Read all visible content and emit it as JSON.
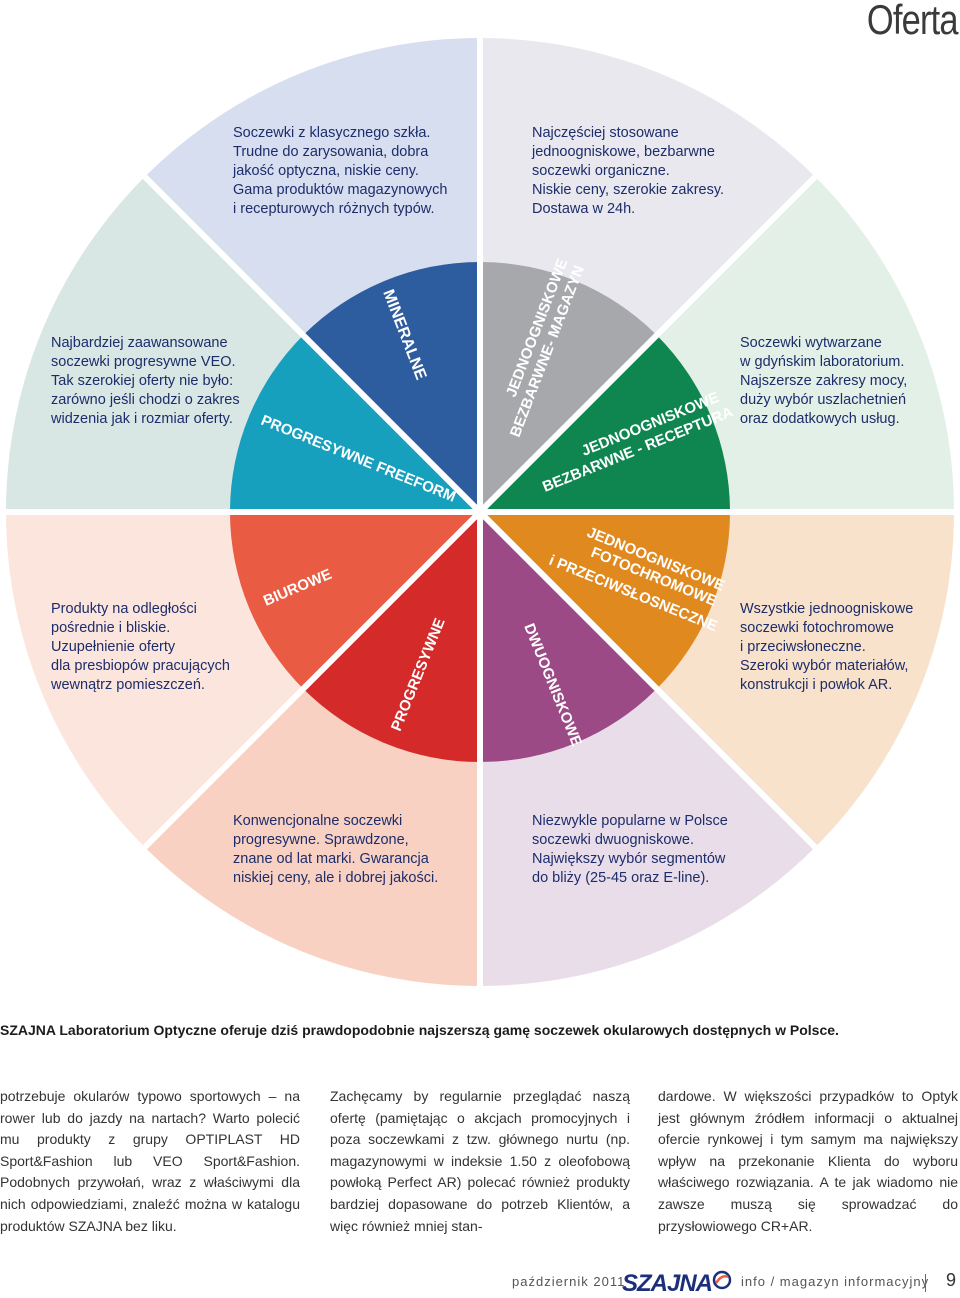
{
  "header": {
    "title": "Oferta"
  },
  "colors": {
    "outer_sectors": [
      "#e8e8ee",
      "#e3f0e7",
      "#f8e2cb",
      "#e9dde9",
      "#f8d1c3",
      "#fbe5dc",
      "#d8e6e4",
      "#d7def0"
    ],
    "inner_sectors": [
      "#a7a8ab",
      "#0f8650",
      "#e0891f",
      "#9c4a86",
      "#d42a2a",
      "#e95b43",
      "#16a0bd",
      "#2d5d9e"
    ]
  },
  "wheel": {
    "labels": {
      "mineralne": "MINERALNE",
      "magazyn_1": "JEDNOOGNISKOWE",
      "magazyn_2": "BEZBARWNE- MAGAZYN",
      "receptura_1": "JEDNOOGNISKOWE",
      "receptura_2": "BEZBARWNE - RECEPTURA",
      "foto_1": "JEDNOOGNISKOWE",
      "foto_2": "FOTOCHROMOWE",
      "foto_3": "i PRZECIWSŁOSNECZNE",
      "dwuogniskowe": "DWUOGNISKOWE",
      "progresywne": "PROGRESYWNE",
      "biurowe": "BIUROWE",
      "freeform": "PROGRESYWNE FREEFORM"
    },
    "descriptions": {
      "mineralne": "Soczewki z klasycznego szkła.\nTrudne do zarysowania, dobra\njakość optyczna, niskie ceny.\nGama produktów magazynowych\ni recepturowych różnych typów.",
      "magazyn": "Najczęściej stosowane\njednoogniskowe, bezbarwne\nsoczewki organiczne.\nNiskie ceny, szerokie zakresy.\nDostawa w 24h.",
      "freeform": "Najbardziej zaawansowane\nsoczewki progresywne VEO.\nTak szerokiej oferty nie było:\nzarówno jeśli chodzi o zakres\nwidzenia jak i rozmiar oferty.",
      "receptura": "Soczewki wytwarzane\nw gdyńskim laboratorium.\nNajszersze zakresy mocy,\nduży wybór uszlachetnień\noraz dodatkowych usług.",
      "biurowe": "Produkty na odległości\npośrednie i bliskie.\nUzupełnienie oferty\ndla presbiopów pracujących\nwewnątrz pomieszczeń.",
      "foto": "Wszystkie jednoogniskowe\nsoczewki fotochromowe\ni przeciwsłoneczne.\nSzeroki wybór materiałów,\nkonstrukcji i powłok AR.",
      "progresywne": "Konwencjonalne soczewki\nprogresywne. Sprawdzone,\nznane od lat marki. Gwarancja\nniskiej ceny, ale i dobrej jakości.",
      "dwuogniskowe": "Niezwykle popularne w Polsce\nsoczewki dwuogniskowe.\nNajwiększy wybór segmentów\ndo bliży (25-45 oraz E-line)."
    }
  },
  "lead_text": "SZAJNA Laboratorium Optyczne oferuje dziś prawdopodobnie najszerszą gamę soczewek okularowych dostępnych w Polsce.",
  "columns": [
    "potrzebuje okularów typowo sportowych – na rower lub do jazdy na nartach? Warto polecić mu produkty z grupy OPTIPLAST HD Sport&Fashion lub VEO Sport&Fashion. Podobnych przywołań, wraz z właściwymi dla nich odpowiedziami, znaleźć można w katalogu produktów SZAJNA bez liku.",
    "Zachęcamy by regularnie przeglądać naszą ofertę (pamiętając o akcjach promocyjnych i poza soczewkami z tzw. głównego nurtu (np. magazynowymi w indeksie 1.50 z oleofobową powłoką Perfect AR) polecać również produkty bardziej dopasowane do potrzeb Klientów, a więc również mniej stan-",
    "dardowe. W większości przypadków to Optyk jest głównym źródłem informacji o aktualnej ofercie rynkowej i tym samym ma największy wpływ na przekonanie Klienta do wyboru właściwego rozwiązania. A te jak wiadomo nie zawsze muszą się sprowadzać do przysłowiowego CR+AR."
  ],
  "footer": {
    "date": "październik 2011",
    "logo": "SZAJNA",
    "magazine": "info / magazyn informacyjny",
    "page": "9"
  }
}
